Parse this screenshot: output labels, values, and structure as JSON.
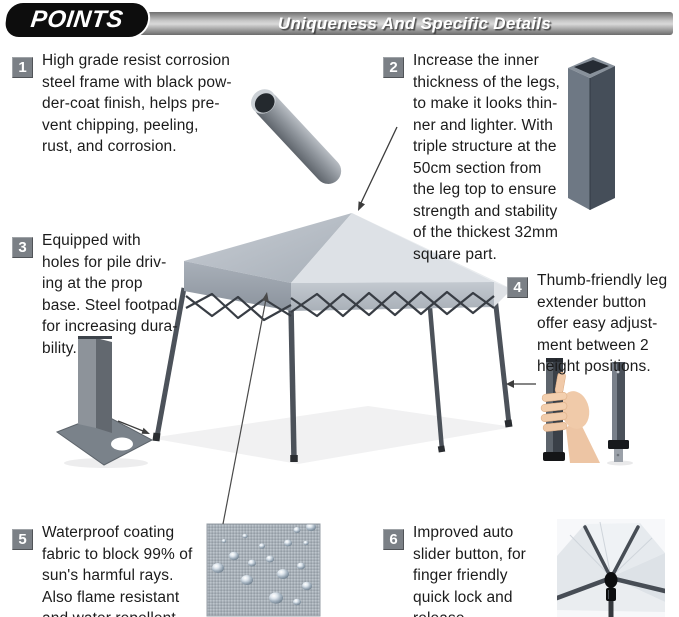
{
  "header": {
    "points_label": "POINTS",
    "banner_title": "Uniqueness And Specific Details"
  },
  "points": [
    {
      "number": "1",
      "lines": [
        "High grade resist corrosion",
        "steel frame with black pow-",
        "der-coat finish, helps pre-",
        "vent chipping, peeling,",
        "rust, and corrosion."
      ]
    },
    {
      "number": "2",
      "lines": [
        "Increase the inner",
        "thickness of the legs,",
        "to make it looks thin-",
        "ner and lighter. With",
        "triple structure at the",
        "50cm section from",
        "the leg top to ensure",
        "strength and stability",
        "of the thickest 32mm",
        "square part."
      ]
    },
    {
      "number": "3",
      "lines": [
        "Equipped with",
        "holes for pile driv-",
        "ing at the prop",
        "base. Steel footpad",
        "for increasing dura-",
        "bility."
      ]
    },
    {
      "number": "4",
      "lines": [
        "Thumb-friendly leg",
        "extender button",
        "offer easy adjust-",
        "ment between 2",
        "height positions."
      ]
    },
    {
      "number": "5",
      "lines": [
        "Waterproof coating",
        "fabric to block 99% of",
        "sun's harmful rays.",
        "Also flame resistant",
        "and water repellent."
      ]
    },
    {
      "number": "6",
      "lines": [
        "Improved auto",
        "slider button, for",
        "finger friendly",
        "quick lock and",
        "release."
      ]
    }
  ],
  "illustrations": [
    "steel-tube-photo",
    "square-leg-profile-photo",
    "canopy-tent-photo",
    "steel-footpad-photo",
    "hand-pressing-leg-button-photo",
    "leg-extender-photo",
    "waterproof-fabric-swatch-photo",
    "canopy-underside-slider-photo"
  ],
  "colors": {
    "header_bg": "#0d0d0d",
    "banner_text": "#ffffff",
    "badge_bg": "#7b8086",
    "badge_text": "#ffffff",
    "body_text": "#1b1b1b",
    "canopy_light": "#dde1e6",
    "canopy_shaded": "#b4bbc3",
    "valance": "#99a1ab",
    "frame_dark": "#42474e",
    "metal_gray": "#858c93"
  }
}
